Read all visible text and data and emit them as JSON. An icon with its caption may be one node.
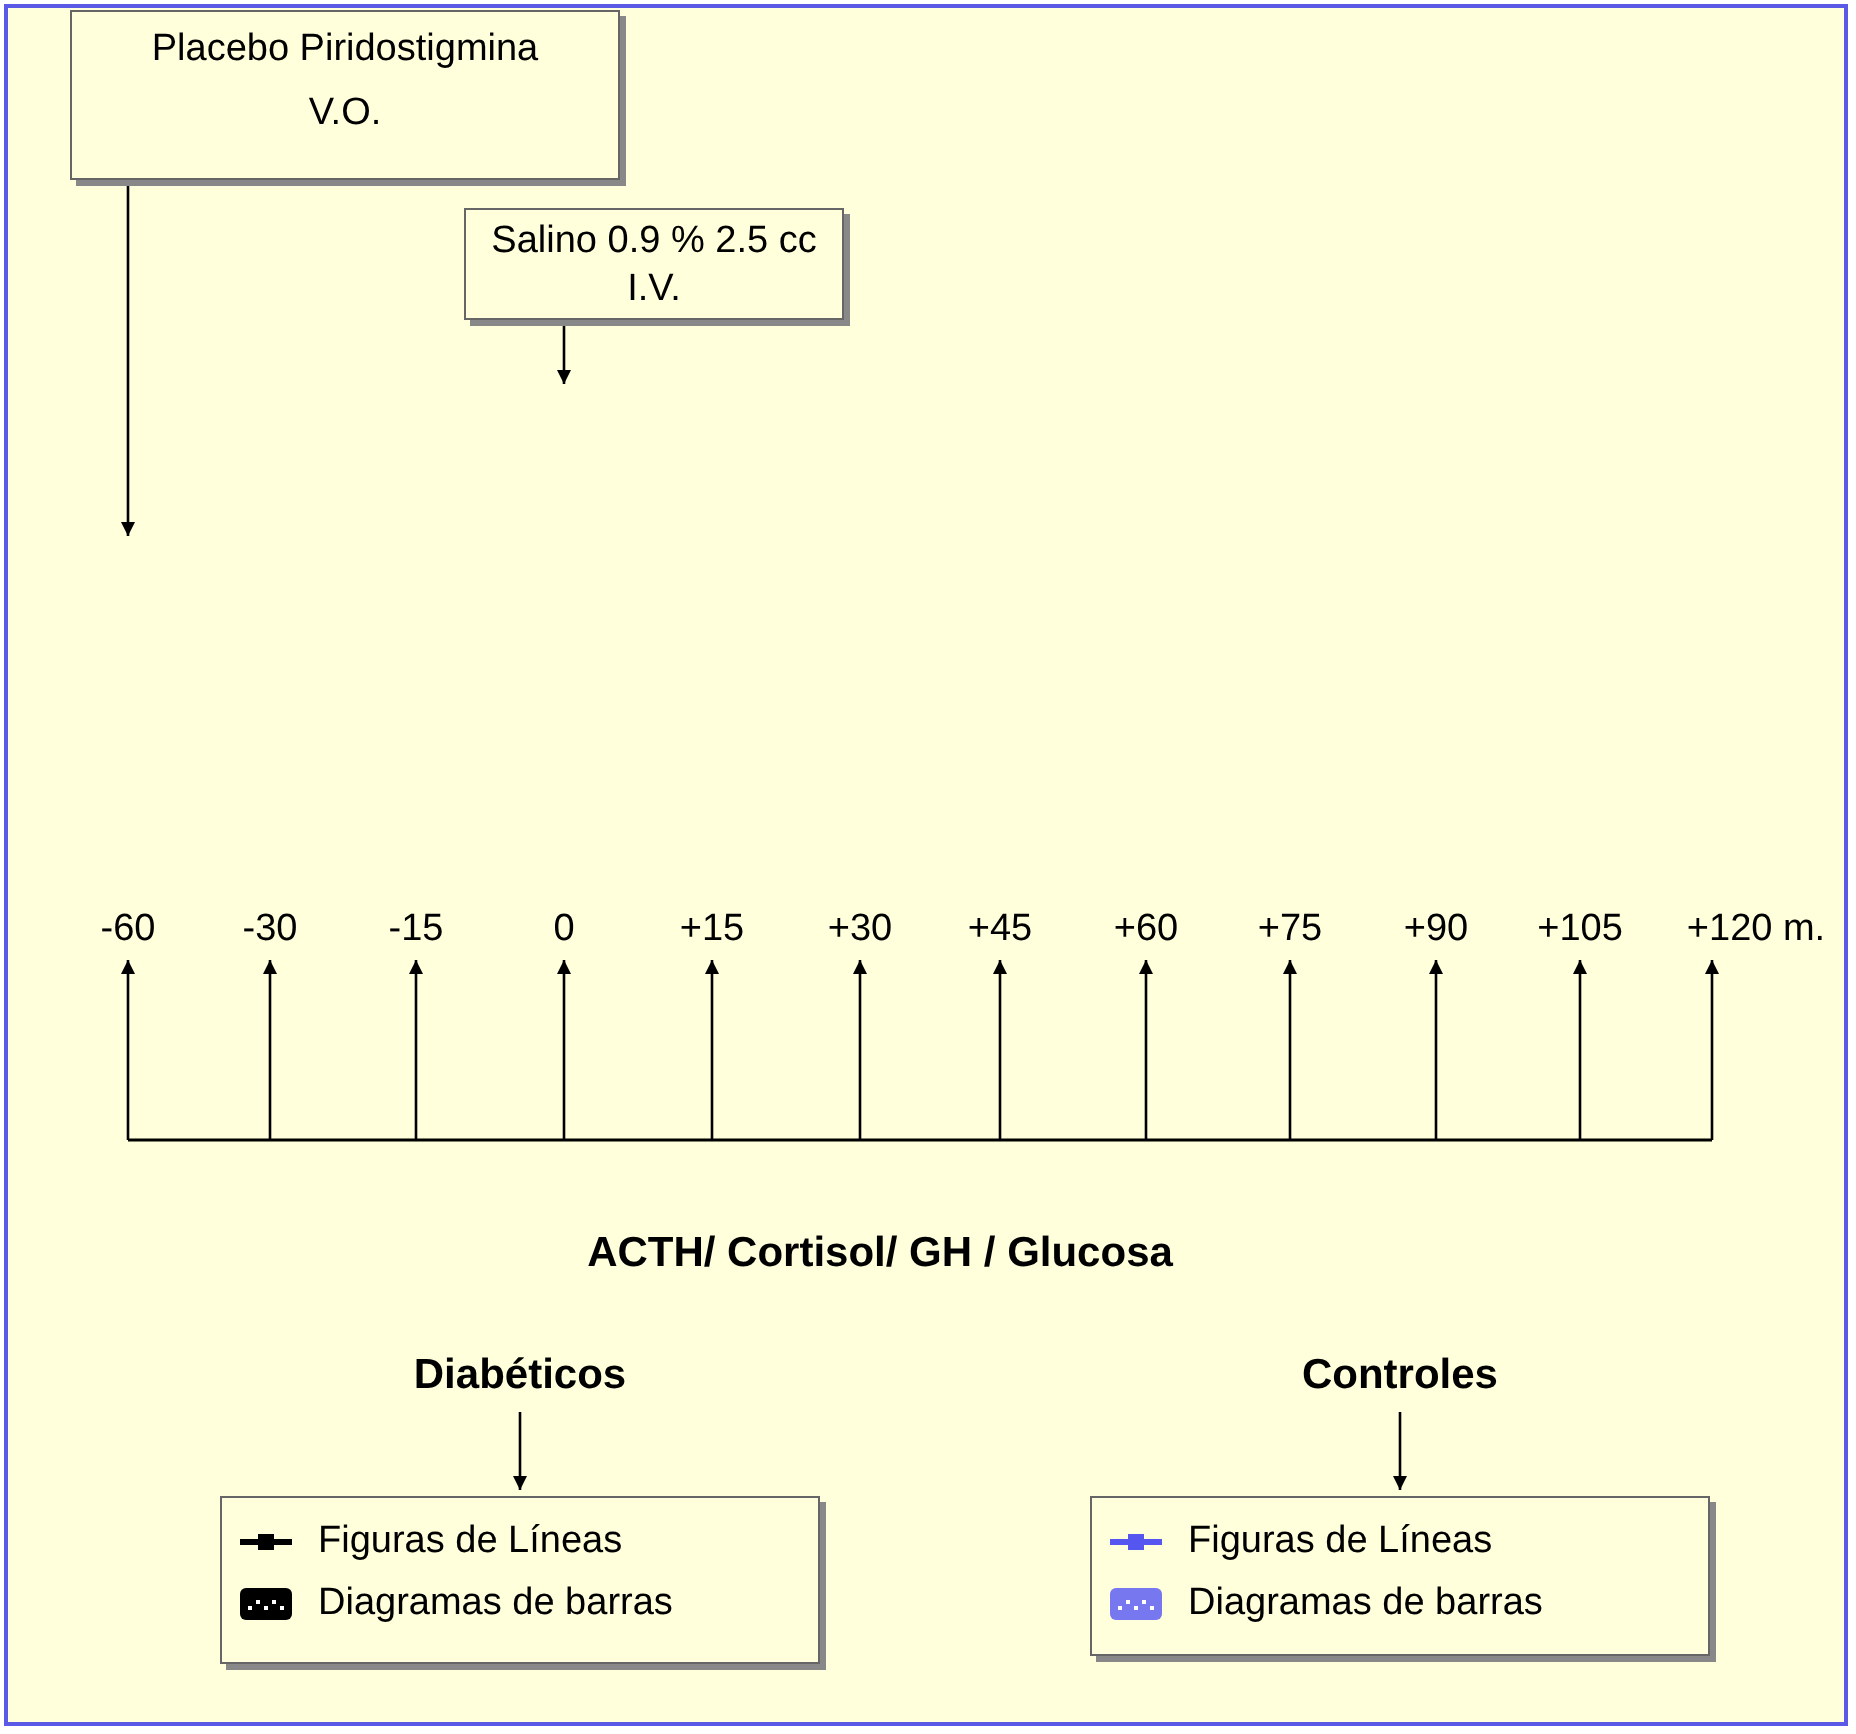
{
  "diagram": {
    "nodes": [
      {
        "text": [
          "Placebo Piridostigmina",
          "V.O."
        ]
      },
      {
        "text": [
          "Salino 0.9 % 2.5 cc",
          "I.V."
        ]
      },
      {
        "text": [
          "-60"
        ]
      },
      {
        "text": [
          "-30"
        ]
      },
      {
        "text": [
          "-15"
        ]
      },
      {
        "text": [
          "0"
        ]
      },
      {
        "text": [
          "+15"
        ]
      },
      {
        "text": [
          "+30"
        ]
      },
      {
        "text": [
          "+45"
        ]
      },
      {
        "text": [
          "+60"
        ]
      },
      {
        "text": [
          "+75"
        ]
      },
      {
        "text": [
          "+90"
        ]
      },
      {
        "text": [
          "+105"
        ]
      },
      {
        "text": [
          "+120 m."
        ]
      },
      {
        "text": [
          "Diabéticos"
        ]
      },
      {
        "text": [
          "Figuras de Líneas",
          "Diagramas de barras"
        ]
      },
      {
        "text": [
          "Controles"
        ]
      },
      {
        "text": [
          "Figuras de Líneas",
          "Diagramas de barras"
        ]
      }
    ],
    "edges": [
      {
        "from": 0,
        "to": null,
        "arrow": "to"
      },
      {
        "from": 1,
        "to": null,
        "arrow": "to"
      },
      {
        "from": null,
        "to": 2,
        "arrow": "to"
      },
      {
        "from": null,
        "to": 3,
        "arrow": "to"
      },
      {
        "from": null,
        "to": 4,
        "arrow": "to"
      },
      {
        "from": null,
        "to": 5,
        "arrow": "to"
      },
      {
        "from": null,
        "to": 6,
        "arrow": "to"
      },
      {
        "from": null,
        "to": 7,
        "arrow": "to"
      },
      {
        "from": null,
        "to": 8,
        "arrow": "to"
      },
      {
        "from": null,
        "to": 9,
        "arrow": "to"
      },
      {
        "from": null,
        "to": 10,
        "arrow": "to"
      },
      {
        "from": null,
        "to": 11,
        "arrow": "to"
      },
      {
        "from": null,
        "to": 12,
        "arrow": "to"
      },
      {
        "from": null,
        "to": 13,
        "arrow": "to"
      },
      {
        "from": 14,
        "to": 15,
        "arrow": "to"
      },
      {
        "from": 16,
        "to": 17,
        "arrow": "to"
      }
    ],
    "labels": [
      "ACTH/ Cortisol/ GH / Glucosa"
    ]
  }
}
